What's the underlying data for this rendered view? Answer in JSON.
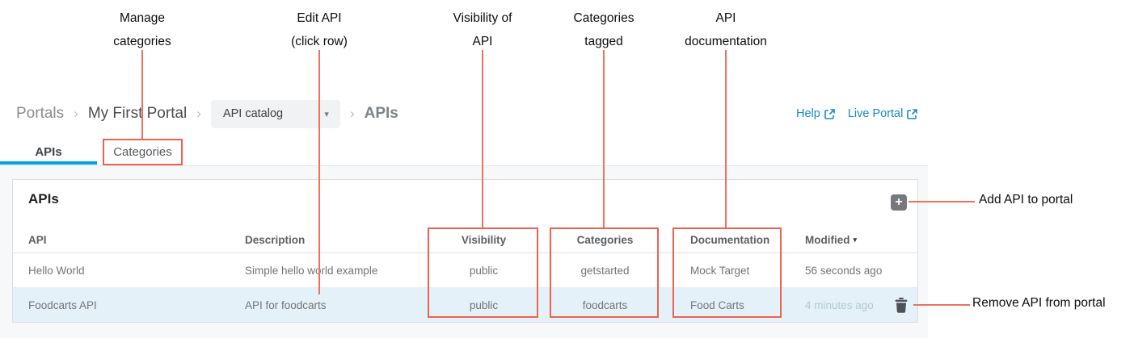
{
  "annotations": {
    "accent_color": "#ef614f",
    "manage_categories": {
      "line1": "Manage",
      "line2": "categories"
    },
    "edit_api": {
      "line1": "Edit API",
      "line2": "(click row)"
    },
    "visibility_of_api": {
      "line1": "Visibility of",
      "line2": "API"
    },
    "categories_tagged": {
      "line1": "Categories",
      "line2": "tagged"
    },
    "api_documentation": {
      "line1": "API",
      "line2": "documentation"
    },
    "add_api": "Add API to portal",
    "remove_api": "Remove API from portal"
  },
  "breadcrumb": {
    "items": [
      "Portals",
      "My First Portal"
    ],
    "separator": "›",
    "dropdown": {
      "value": "API catalog",
      "caret": "▾"
    },
    "current": "APIs"
  },
  "header_links": {
    "help": "Help",
    "live_portal": "Live Portal",
    "link_color": "#1789cb"
  },
  "tabs": {
    "apis": "APIs",
    "categories": "Categories",
    "active_underline_color": "#00a2dc"
  },
  "panel": {
    "title": "APIs",
    "add_button_glyph": "+"
  },
  "table": {
    "headers": {
      "api": "API",
      "description": "Description",
      "visibility": "Visibility",
      "categories": "Categories",
      "documentation": "Documentation",
      "modified": "Modified",
      "sort_indicator": "▾"
    },
    "rows": [
      {
        "api": "Hello World",
        "description": "Simple hello world example",
        "visibility": "public",
        "categories": "getstarted",
        "documentation": "Mock Target",
        "modified": "56 seconds ago",
        "highlighted": false
      },
      {
        "api": "Foodcarts API",
        "description": "API for foodcarts",
        "visibility": "public",
        "categories": "foodcarts",
        "documentation": "Food Carts",
        "modified": "4 minutes ago",
        "highlighted": true
      }
    ],
    "row_highlight_color": "#e4f1f8"
  }
}
